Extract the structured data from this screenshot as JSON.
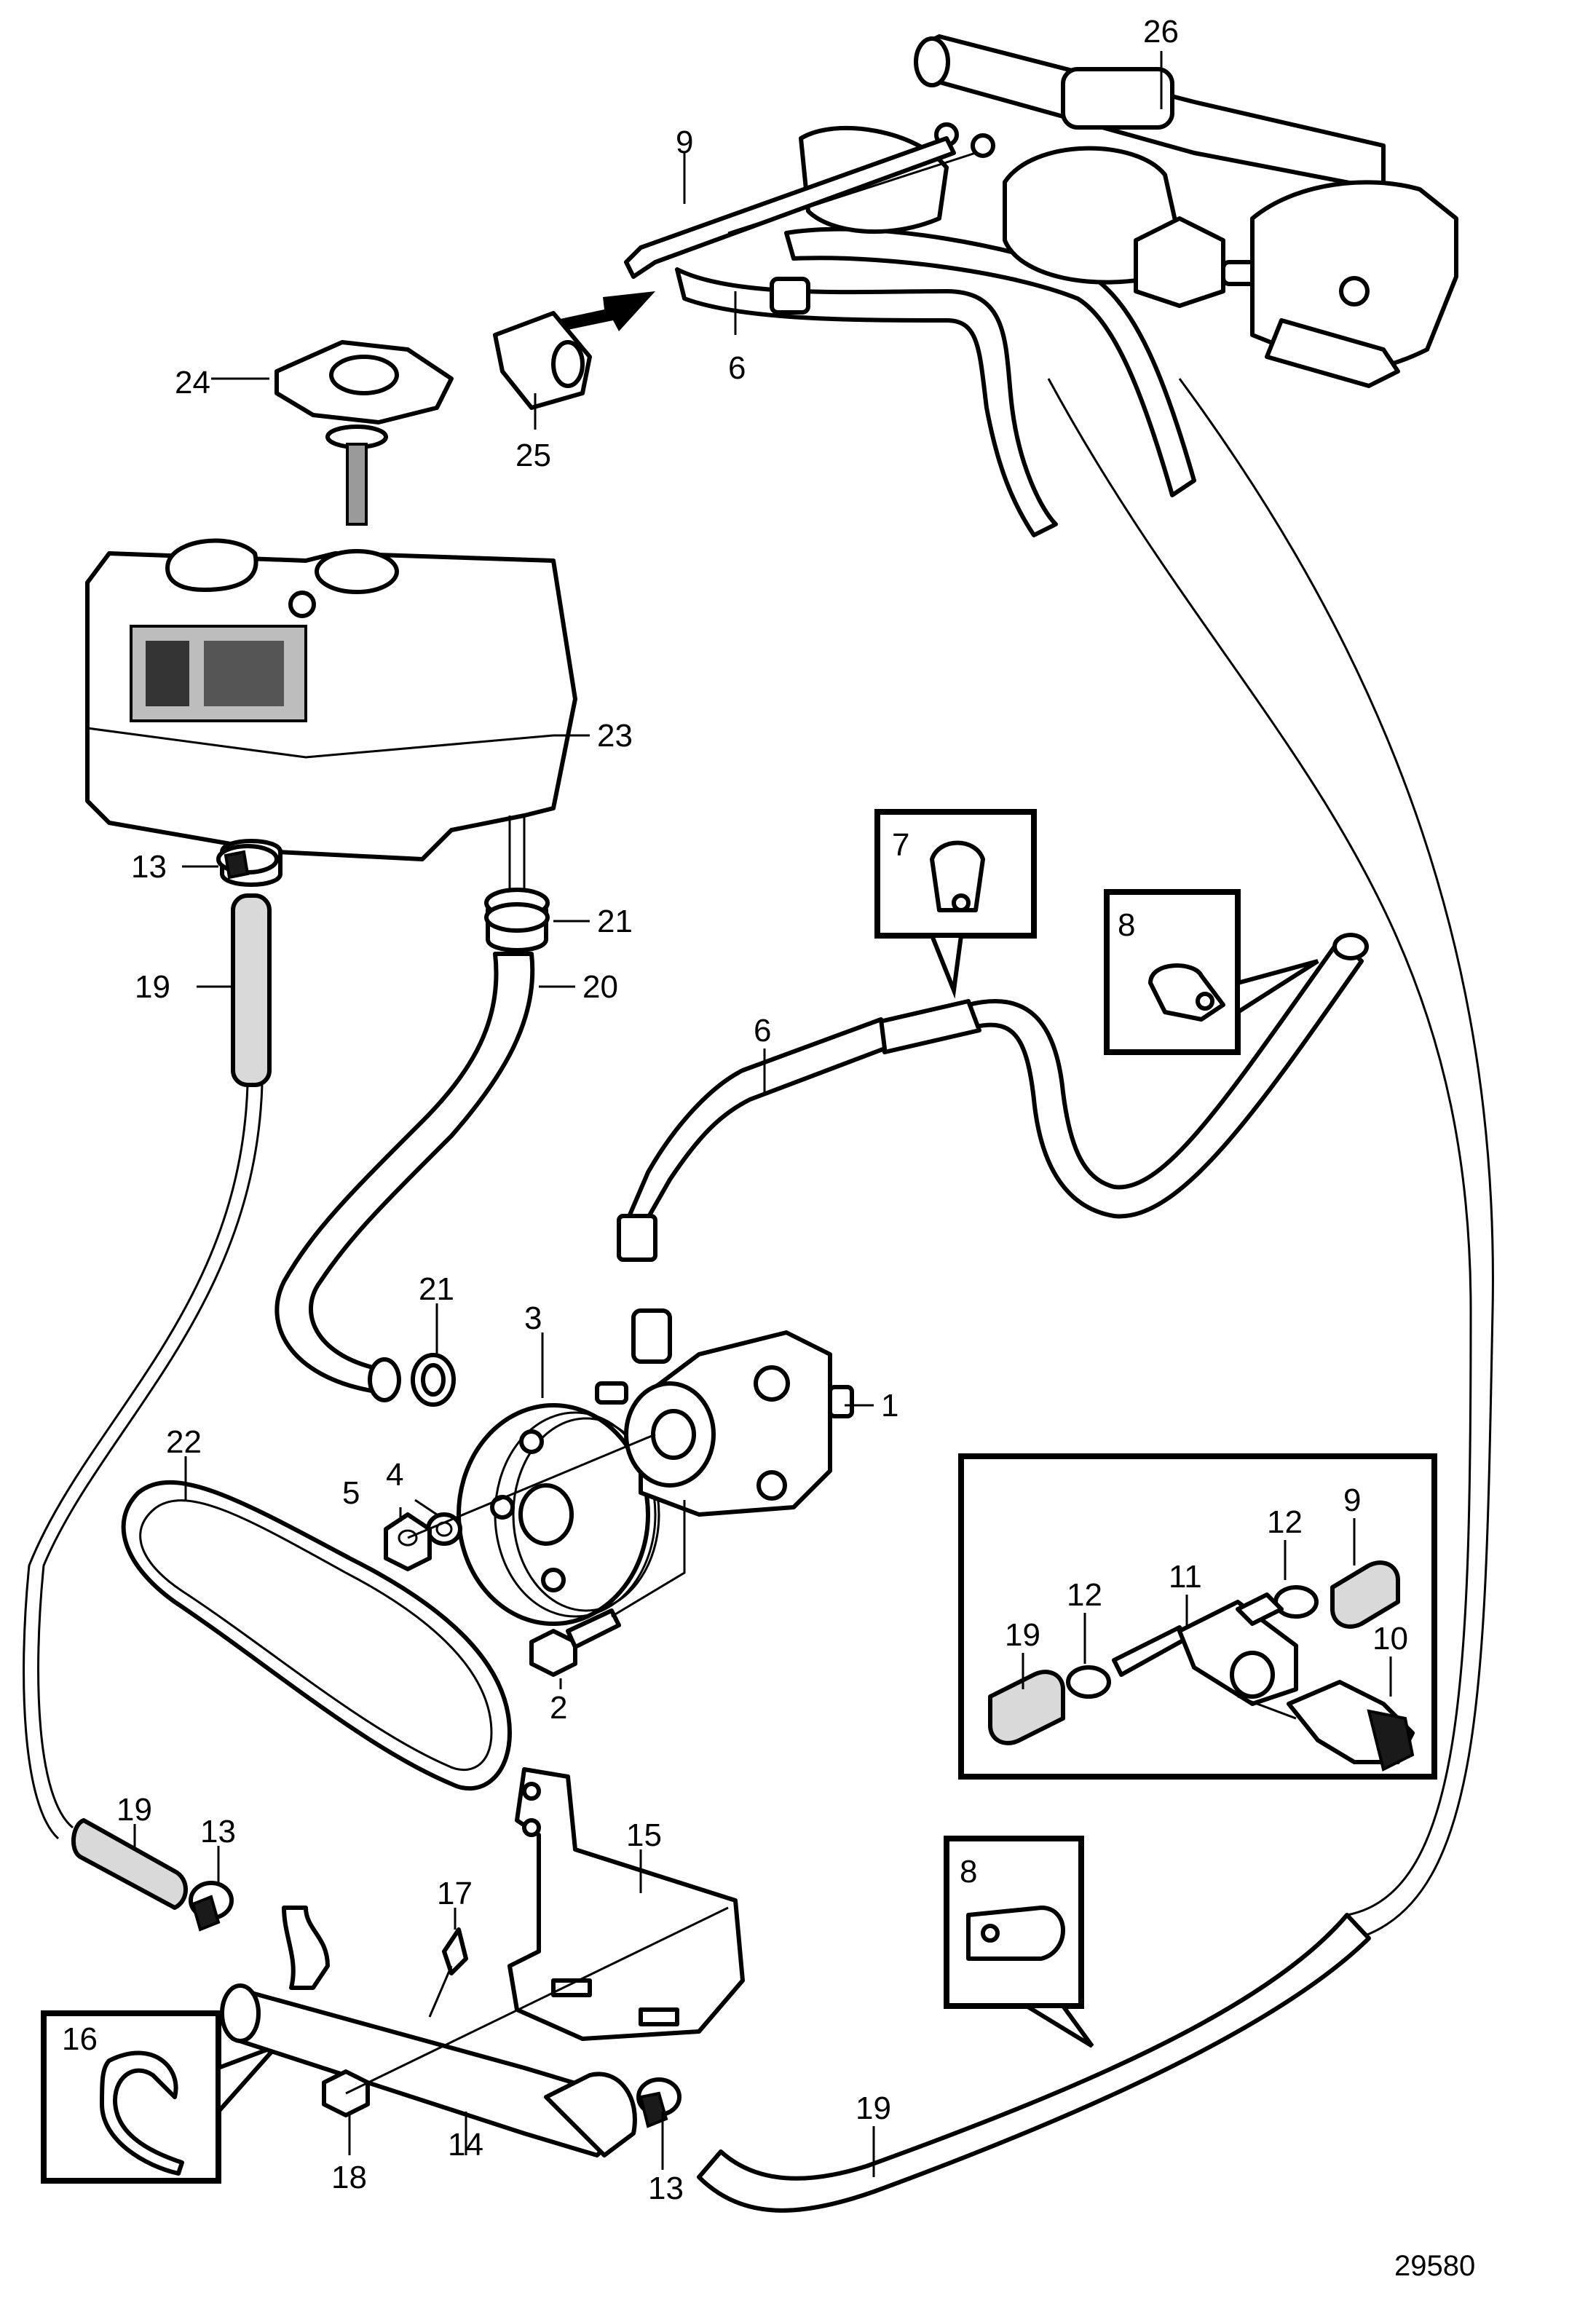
{
  "labels": {
    "p1": "1",
    "p2": "2",
    "p3": "3",
    "p4": "4",
    "p5": "5",
    "p6a": "6",
    "p6b": "6",
    "p7": "7",
    "p8a": "8",
    "p8b": "8",
    "p9a": "9",
    "p9b": "9",
    "p10": "10",
    "p11": "11",
    "p12a": "12",
    "p12b": "12",
    "p13a": "13",
    "p13b": "13",
    "p13c": "13",
    "p14": "14",
    "p15": "15",
    "p16": "16",
    "p17": "17",
    "p18": "18",
    "p19a": "19",
    "p19b": "19",
    "p19c": "19",
    "p19d": "19",
    "p20": "20",
    "p21a": "21",
    "p21b": "21",
    "p22": "22",
    "p23": "23",
    "p24": "24",
    "p25": "25",
    "p26": "26"
  },
  "reference_number": "29580"
}
